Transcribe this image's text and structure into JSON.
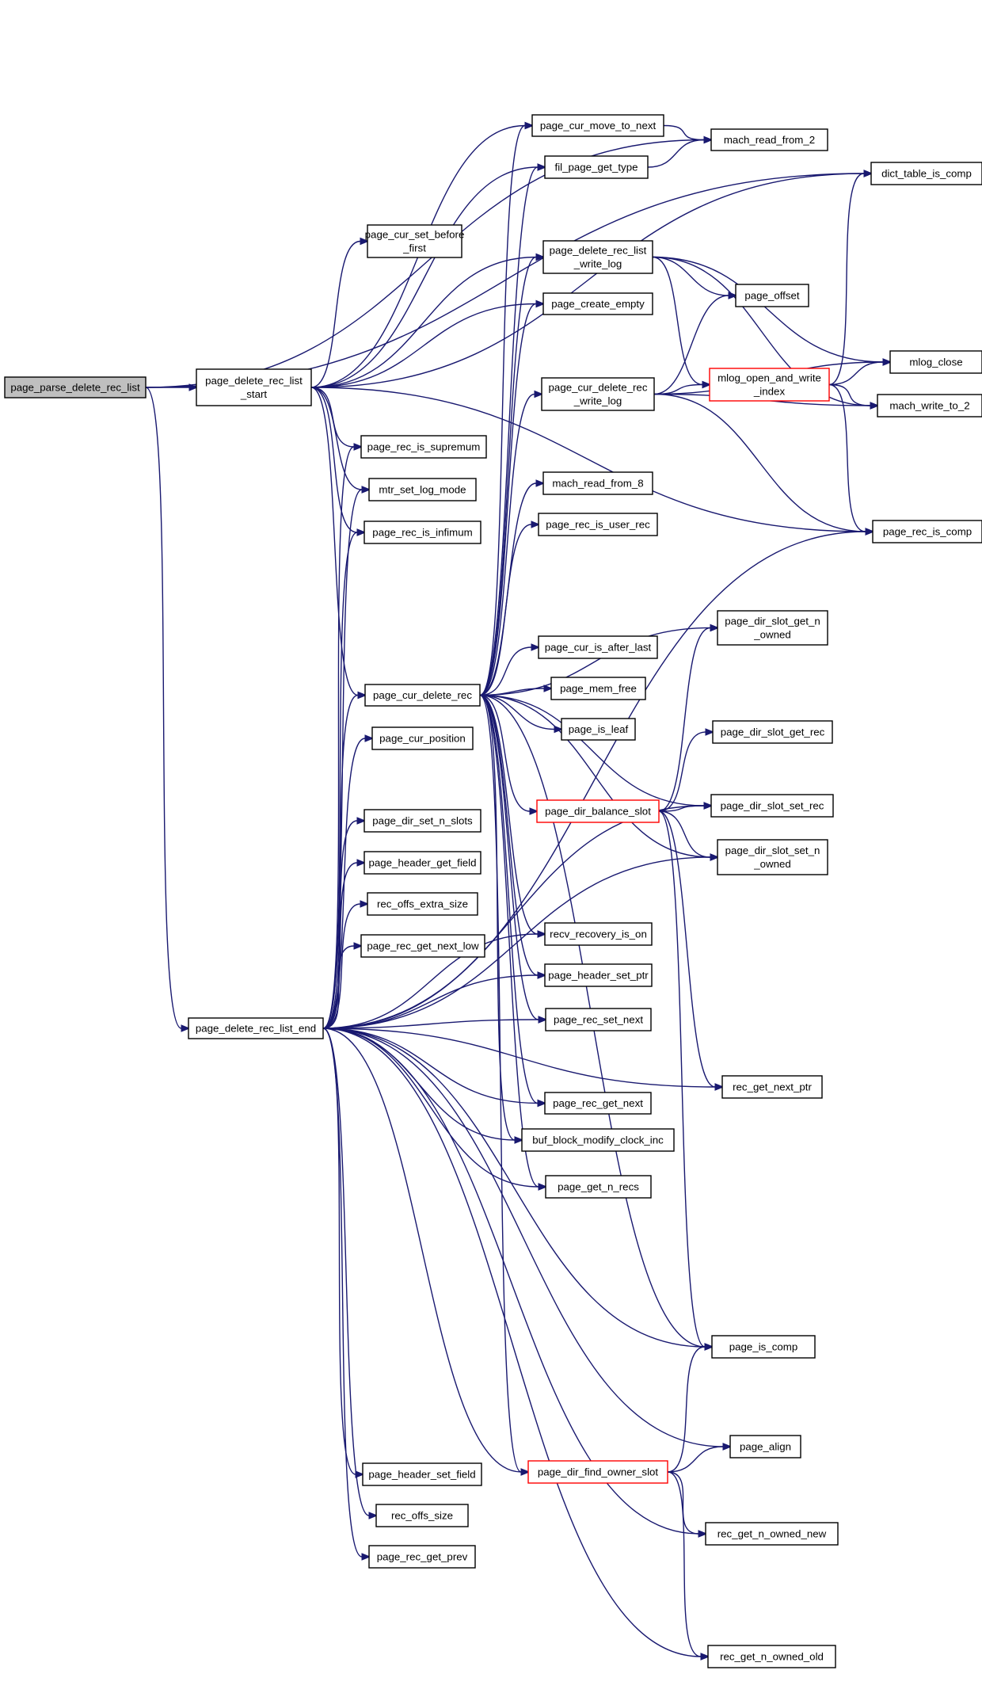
{
  "diagram": {
    "nodes": [
      {
        "id": "root",
        "lines": [
          "page_parse_delete_rec_list"
        ],
        "style": "root"
      },
      {
        "id": "drl_start",
        "lines": [
          "page_delete_rec_list",
          "_start"
        ],
        "style": "normal"
      },
      {
        "id": "drl_end",
        "lines": [
          "page_delete_rec_list_end"
        ],
        "style": "normal"
      },
      {
        "id": "cur_move_next",
        "lines": [
          "page_cur_move_to_next"
        ],
        "style": "normal"
      },
      {
        "id": "mach_read_2",
        "lines": [
          "mach_read_from_2"
        ],
        "style": "normal"
      },
      {
        "id": "fil_get_type",
        "lines": [
          "fil_page_get_type"
        ],
        "style": "normal"
      },
      {
        "id": "dict_comp",
        "lines": [
          "dict_table_is_comp"
        ],
        "style": "normal"
      },
      {
        "id": "cur_set_before",
        "lines": [
          "page_cur_set_before",
          "_first"
        ],
        "style": "normal"
      },
      {
        "id": "drl_write_log",
        "lines": [
          "page_delete_rec_list",
          "_write_log"
        ],
        "style": "normal"
      },
      {
        "id": "page_offset",
        "lines": [
          "page_offset"
        ],
        "style": "normal"
      },
      {
        "id": "create_empty",
        "lines": [
          "page_create_empty"
        ],
        "style": "normal"
      },
      {
        "id": "mlog_close",
        "lines": [
          "mlog_close"
        ],
        "style": "normal"
      },
      {
        "id": "cur_del_write_log",
        "lines": [
          "page_cur_delete_rec",
          "_write_log"
        ],
        "style": "normal"
      },
      {
        "id": "mlog_open",
        "lines": [
          "mlog_open_and_write",
          "_index"
        ],
        "style": "red"
      },
      {
        "id": "mach_write_2",
        "lines": [
          "mach_write_to_2"
        ],
        "style": "normal"
      },
      {
        "id": "rec_supremum",
        "lines": [
          "page_rec_is_supremum"
        ],
        "style": "normal"
      },
      {
        "id": "mtr_log_mode",
        "lines": [
          "mtr_set_log_mode"
        ],
        "style": "normal"
      },
      {
        "id": "mach_read_8",
        "lines": [
          "mach_read_from_8"
        ],
        "style": "normal"
      },
      {
        "id": "rec_infimum",
        "lines": [
          "page_rec_is_infimum"
        ],
        "style": "normal"
      },
      {
        "id": "rec_user_rec",
        "lines": [
          "page_rec_is_user_rec"
        ],
        "style": "normal"
      },
      {
        "id": "page_rec_is_comp",
        "lines": [
          "page_rec_is_comp"
        ],
        "style": "normal"
      },
      {
        "id": "slot_get_n_owned",
        "lines": [
          "page_dir_slot_get_n",
          "_owned"
        ],
        "style": "normal"
      },
      {
        "id": "cur_after_last",
        "lines": [
          "page_cur_is_after_last"
        ],
        "style": "normal"
      },
      {
        "id": "mem_free",
        "lines": [
          "page_mem_free"
        ],
        "style": "normal"
      },
      {
        "id": "cur_delete_rec",
        "lines": [
          "page_cur_delete_rec"
        ],
        "style": "normal"
      },
      {
        "id": "is_leaf",
        "lines": [
          "page_is_leaf"
        ],
        "style": "normal"
      },
      {
        "id": "slot_get_rec",
        "lines": [
          "page_dir_slot_get_rec"
        ],
        "style": "normal"
      },
      {
        "id": "cur_position",
        "lines": [
          "page_cur_position"
        ],
        "style": "normal"
      },
      {
        "id": "balance_slot",
        "lines": [
          "page_dir_balance_slot"
        ],
        "style": "red"
      },
      {
        "id": "slot_set_rec",
        "lines": [
          "page_dir_slot_set_rec"
        ],
        "style": "normal"
      },
      {
        "id": "dir_set_n_slots",
        "lines": [
          "page_dir_set_n_slots"
        ],
        "style": "normal"
      },
      {
        "id": "slot_set_n_owned",
        "lines": [
          "page_dir_slot_set_n",
          "_owned"
        ],
        "style": "normal"
      },
      {
        "id": "header_get_field",
        "lines": [
          "page_header_get_field"
        ],
        "style": "normal"
      },
      {
        "id": "offs_extra_size",
        "lines": [
          "rec_offs_extra_size"
        ],
        "style": "normal"
      },
      {
        "id": "recv_recovery",
        "lines": [
          "recv_recovery_is_on"
        ],
        "style": "normal"
      },
      {
        "id": "rec_get_next_low",
        "lines": [
          "page_rec_get_next_low"
        ],
        "style": "normal"
      },
      {
        "id": "header_set_ptr",
        "lines": [
          "page_header_set_ptr"
        ],
        "style": "normal"
      },
      {
        "id": "rec_set_next",
        "lines": [
          "page_rec_set_next"
        ],
        "style": "normal"
      },
      {
        "id": "rec_get_next_ptr",
        "lines": [
          "rec_get_next_ptr"
        ],
        "style": "normal"
      },
      {
        "id": "page_rec_get_next",
        "lines": [
          "page_rec_get_next"
        ],
        "style": "normal"
      },
      {
        "id": "buf_modify_clock",
        "lines": [
          "buf_block_modify_clock_inc"
        ],
        "style": "normal"
      },
      {
        "id": "get_n_recs",
        "lines": [
          "page_get_n_recs"
        ],
        "style": "normal"
      },
      {
        "id": "page_is_comp",
        "lines": [
          "page_is_comp"
        ],
        "style": "normal"
      },
      {
        "id": "page_align",
        "lines": [
          "page_align"
        ],
        "style": "normal"
      },
      {
        "id": "header_set_field",
        "lines": [
          "page_header_set_field"
        ],
        "style": "normal"
      },
      {
        "id": "find_owner_slot",
        "lines": [
          "page_dir_find_owner_slot"
        ],
        "style": "red"
      },
      {
        "id": "n_owned_new",
        "lines": [
          "rec_get_n_owned_new"
        ],
        "style": "normal"
      },
      {
        "id": "offs_size",
        "lines": [
          "rec_offs_size"
        ],
        "style": "normal"
      },
      {
        "id": "rec_get_prev",
        "lines": [
          "page_rec_get_prev"
        ],
        "style": "normal"
      },
      {
        "id": "n_owned_old",
        "lines": [
          "rec_get_n_owned_old"
        ],
        "style": "normal"
      }
    ],
    "edges": [
      [
        "root",
        "drl_start"
      ],
      [
        "root",
        "mach_read_2"
      ],
      [
        "root",
        "dict_comp"
      ],
      [
        "root",
        "drl_end"
      ],
      [
        "drl_start",
        "cur_move_next"
      ],
      [
        "drl_start",
        "fil_get_type"
      ],
      [
        "drl_start",
        "dict_comp"
      ],
      [
        "drl_start",
        "cur_set_before"
      ],
      [
        "drl_start",
        "drl_write_log"
      ],
      [
        "drl_start",
        "create_empty"
      ],
      [
        "drl_start",
        "rec_supremum"
      ],
      [
        "drl_start",
        "mtr_log_mode"
      ],
      [
        "drl_start",
        "rec_infimum"
      ],
      [
        "drl_start",
        "cur_delete_rec"
      ],
      [
        "drl_start",
        "page_rec_is_comp"
      ],
      [
        "cur_move_next",
        "mach_read_2"
      ],
      [
        "fil_get_type",
        "mach_read_2"
      ],
      [
        "drl_write_log",
        "page_offset"
      ],
      [
        "drl_write_log",
        "mlog_close"
      ],
      [
        "drl_write_log",
        "mlog_open"
      ],
      [
        "drl_write_log",
        "mach_write_2"
      ],
      [
        "cur_del_write_log",
        "page_offset"
      ],
      [
        "cur_del_write_log",
        "mlog_open"
      ],
      [
        "cur_del_write_log",
        "mlog_close"
      ],
      [
        "cur_del_write_log",
        "mach_write_2"
      ],
      [
        "cur_del_write_log",
        "page_rec_is_comp"
      ],
      [
        "mlog_open",
        "dict_comp"
      ],
      [
        "mlog_open",
        "mlog_close"
      ],
      [
        "mlog_open",
        "mach_write_2"
      ],
      [
        "mlog_open",
        "page_rec_is_comp"
      ],
      [
        "cur_delete_rec",
        "cur_move_next"
      ],
      [
        "cur_delete_rec",
        "fil_get_type"
      ],
      [
        "cur_delete_rec",
        "drl_write_log"
      ],
      [
        "cur_delete_rec",
        "create_empty"
      ],
      [
        "cur_delete_rec",
        "cur_del_write_log"
      ],
      [
        "cur_delete_rec",
        "mach_read_8"
      ],
      [
        "cur_delete_rec",
        "rec_user_rec"
      ],
      [
        "cur_delete_rec",
        "slot_get_n_owned"
      ],
      [
        "cur_delete_rec",
        "cur_after_last"
      ],
      [
        "cur_delete_rec",
        "mem_free"
      ],
      [
        "cur_delete_rec",
        "is_leaf"
      ],
      [
        "cur_delete_rec",
        "balance_slot"
      ],
      [
        "cur_delete_rec",
        "slot_set_rec"
      ],
      [
        "cur_delete_rec",
        "slot_set_n_owned"
      ],
      [
        "cur_delete_rec",
        "recv_recovery"
      ],
      [
        "cur_delete_rec",
        "header_set_ptr"
      ],
      [
        "cur_delete_rec",
        "rec_set_next"
      ],
      [
        "cur_delete_rec",
        "page_rec_get_next"
      ],
      [
        "cur_delete_rec",
        "buf_modify_clock"
      ],
      [
        "cur_delete_rec",
        "get_n_recs"
      ],
      [
        "cur_delete_rec",
        "page_is_comp"
      ],
      [
        "cur_delete_rec",
        "find_owner_slot"
      ],
      [
        "balance_slot",
        "slot_get_n_owned"
      ],
      [
        "balance_slot",
        "slot_get_rec"
      ],
      [
        "balance_slot",
        "slot_set_rec"
      ],
      [
        "balance_slot",
        "slot_set_n_owned"
      ],
      [
        "balance_slot",
        "rec_get_next_ptr"
      ],
      [
        "balance_slot",
        "page_is_comp"
      ],
      [
        "find_owner_slot",
        "page_is_comp"
      ],
      [
        "find_owner_slot",
        "page_align"
      ],
      [
        "find_owner_slot",
        "n_owned_new"
      ],
      [
        "find_owner_slot",
        "n_owned_old"
      ],
      [
        "drl_end",
        "rec_supremum"
      ],
      [
        "drl_end",
        "mtr_log_mode"
      ],
      [
        "drl_end",
        "rec_infimum"
      ],
      [
        "drl_end",
        "cur_delete_rec"
      ],
      [
        "drl_end",
        "cur_position"
      ],
      [
        "drl_end",
        "dir_set_n_slots"
      ],
      [
        "drl_end",
        "header_get_field"
      ],
      [
        "drl_end",
        "offs_extra_size"
      ],
      [
        "drl_end",
        "rec_get_next_low"
      ],
      [
        "drl_end",
        "recv_recovery"
      ],
      [
        "drl_end",
        "header_set_ptr"
      ],
      [
        "drl_end",
        "rec_set_next"
      ],
      [
        "drl_end",
        "page_rec_get_next"
      ],
      [
        "drl_end",
        "buf_modify_clock"
      ],
      [
        "drl_end",
        "get_n_recs"
      ],
      [
        "drl_end",
        "page_is_comp"
      ],
      [
        "drl_end",
        "page_align"
      ],
      [
        "drl_end",
        "find_owner_slot"
      ],
      [
        "drl_end",
        "header_set_field"
      ],
      [
        "drl_end",
        "offs_size"
      ],
      [
        "drl_end",
        "rec_get_prev"
      ],
      [
        "drl_end",
        "n_owned_new"
      ],
      [
        "drl_end",
        "n_owned_old"
      ],
      [
        "drl_end",
        "page_rec_is_comp"
      ],
      [
        "drl_end",
        "slot_set_rec"
      ],
      [
        "drl_end",
        "slot_set_n_owned"
      ],
      [
        "drl_end",
        "rec_get_next_ptr"
      ]
    ]
  }
}
